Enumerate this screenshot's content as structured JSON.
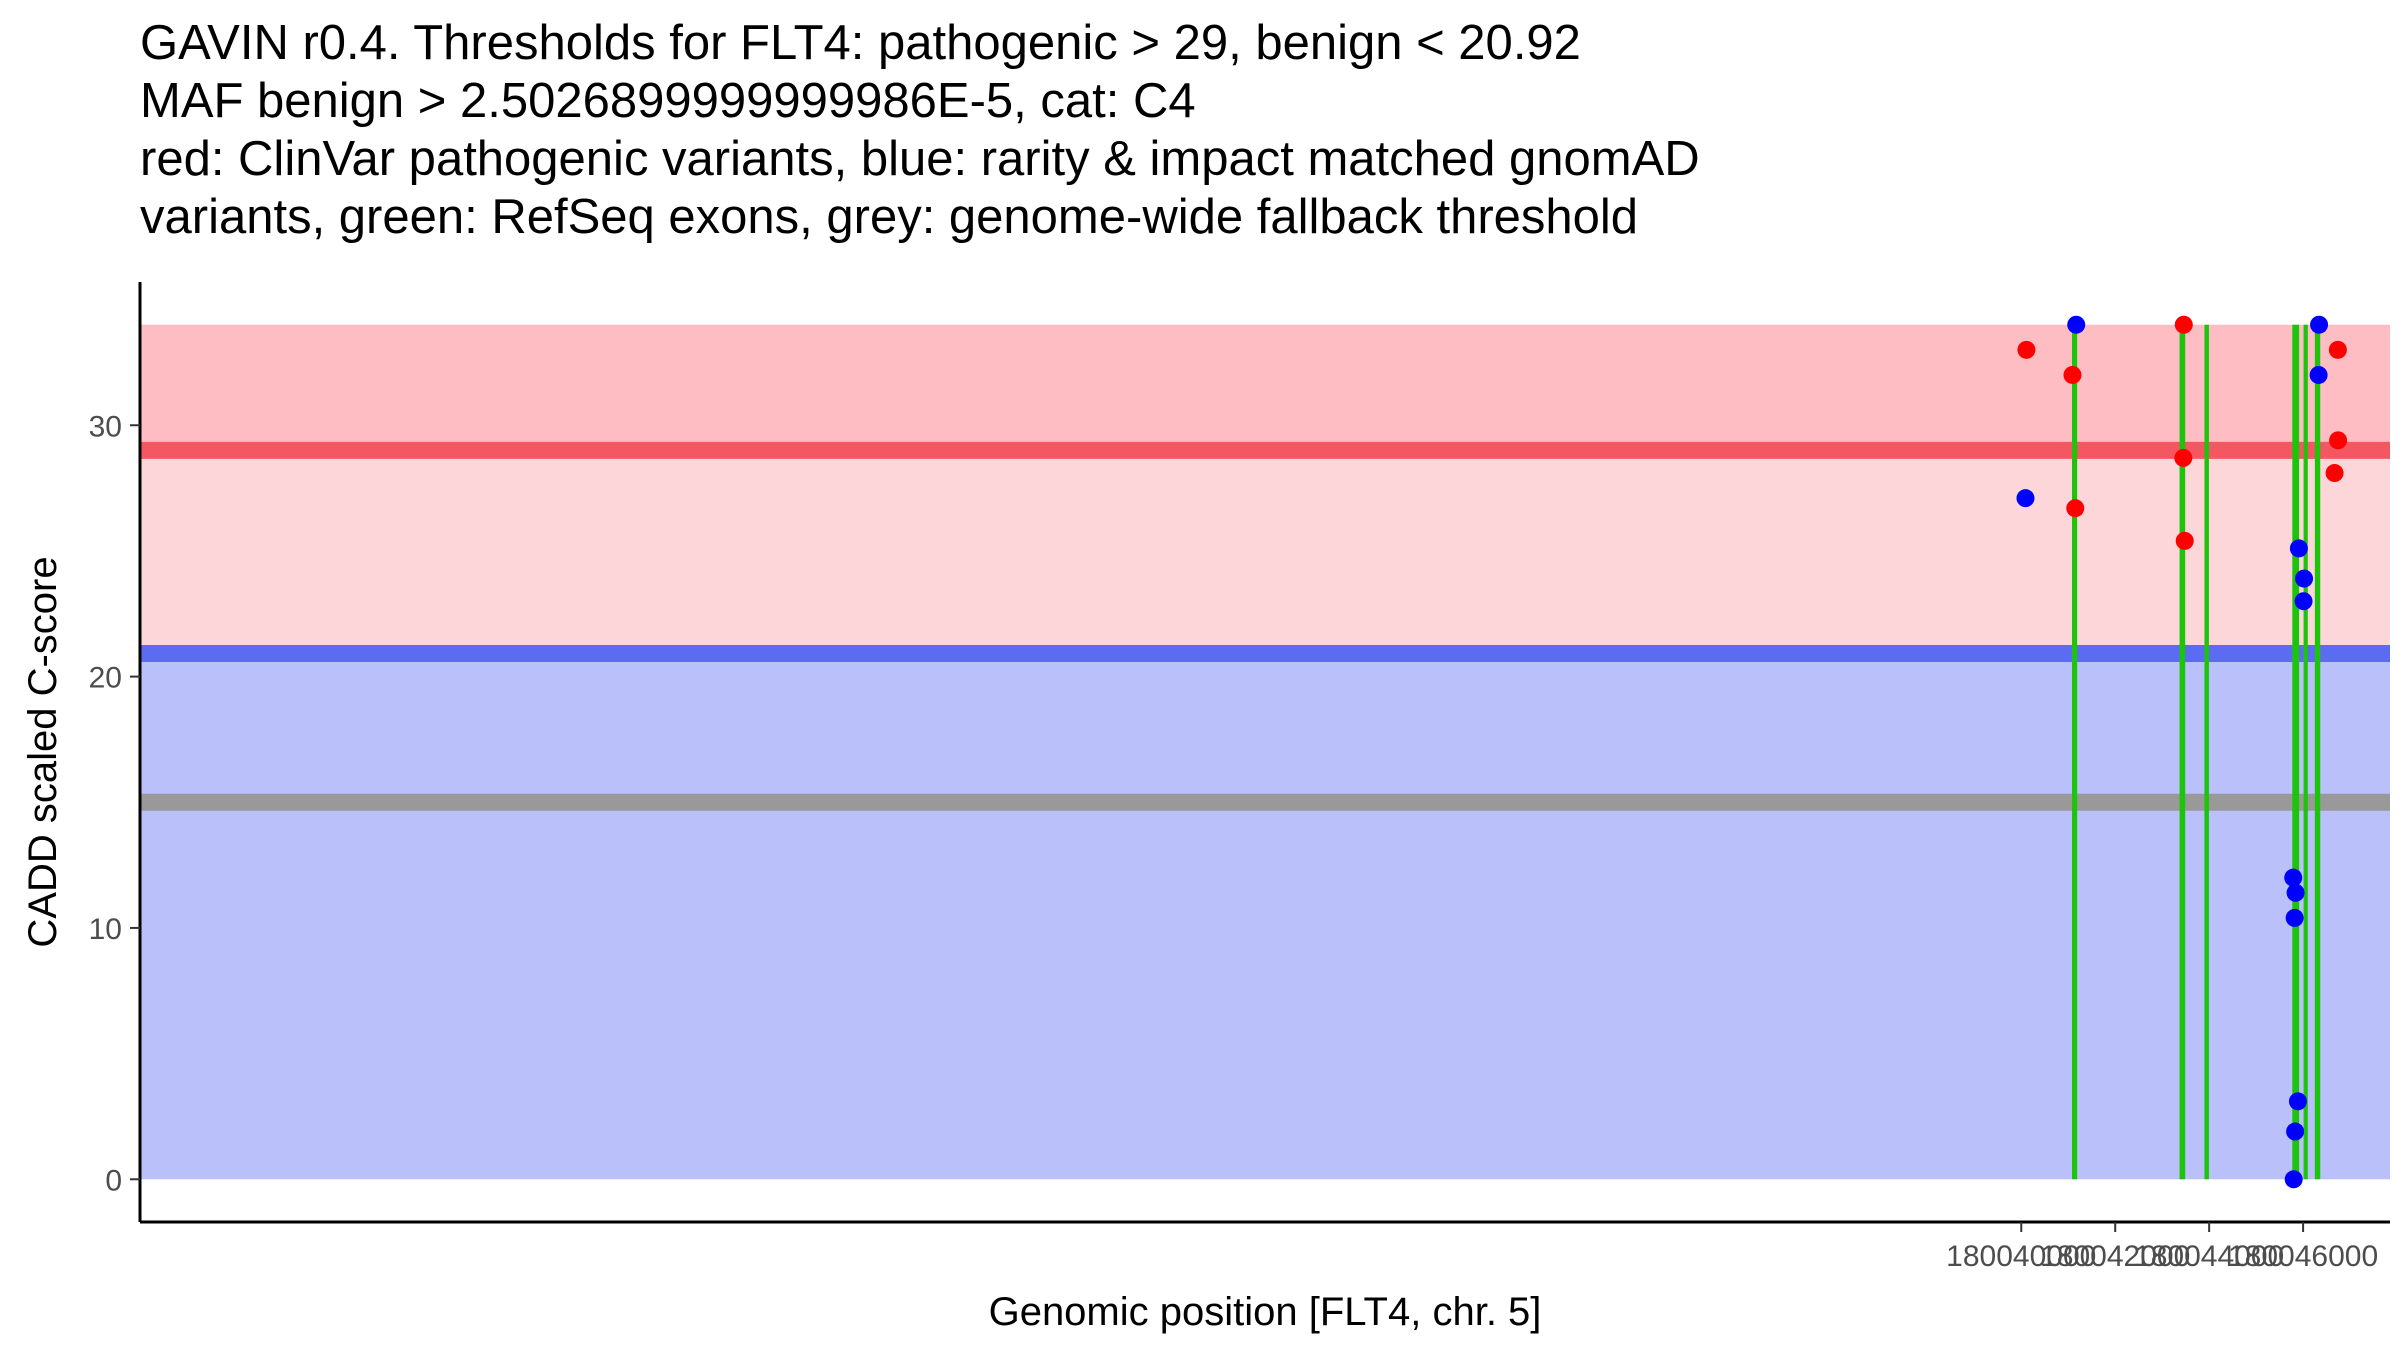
{
  "title_lines": [
    "GAVIN r0.4. Thresholds for FLT4: pathogenic > 29, benign < 20.92",
    "MAF benign > 2.5026899999999986E-5, cat: C4",
    "red: ClinVar pathogenic variants, blue: rarity & impact matched gnomAD",
    "variants, green: RefSeq exons, grey: genome-wide fallback threshold"
  ],
  "chart_data": {
    "type": "scatter",
    "xlabel": "Genomic position [FLT4, chr. 5]",
    "ylabel": "CADD scaled C-score",
    "xlim": [
      179999950,
      180047850
    ],
    "ylim": [
      -1.7,
      35.7
    ],
    "x_ticks": [
      180040000,
      180042000,
      180044000,
      180046000
    ],
    "x_tick_labels": [
      "180040000",
      "180042000",
      "180044000",
      "180046000"
    ],
    "y_ticks": [
      0,
      10,
      20,
      30
    ],
    "y_tick_labels": [
      "0",
      "10",
      "20",
      "30"
    ],
    "colors": {
      "pathogenic_zone": "#fdbdc2",
      "intermediate_zone": "#fdd6da",
      "benign_zone": "#bac0fa",
      "pathogenic_line": "#f45762",
      "benign_line": "#5b6cf2",
      "fallback_line": "#999999",
      "exon": "#1dc40b",
      "clinvar_point": "#ff0000",
      "gnomad_point": "#0000ff"
    },
    "zones": [
      {
        "name": "benign",
        "y0": 0,
        "y1": 20.92
      },
      {
        "name": "intermediate",
        "y0": 20.92,
        "y1": 29
      },
      {
        "name": "pathogenic",
        "y0": 29,
        "y1": 34
      }
    ],
    "threshold_lines": [
      {
        "name": "pathogenic",
        "y": 29
      },
      {
        "name": "benign",
        "y": 20.92
      },
      {
        "name": "fallback",
        "y": 15
      }
    ],
    "exons": [
      {
        "start": 180041080,
        "end": 180041190,
        "ymax": 34
      },
      {
        "start": 180043370,
        "end": 180043490,
        "ymax": 34
      },
      {
        "start": 180043900,
        "end": 180043995,
        "ymax": 34
      },
      {
        "start": 180045770,
        "end": 180045915,
        "ymax": 34
      },
      {
        "start": 180046010,
        "end": 180046100,
        "ymax": 34
      },
      {
        "start": 180046250,
        "end": 180046365,
        "ymax": 34
      }
    ],
    "series": [
      {
        "name": "ClinVar pathogenic",
        "color": "#ff0000",
        "points": [
          [
            180040110,
            33
          ],
          [
            180041090,
            32
          ],
          [
            180041150,
            26.7
          ],
          [
            180043460,
            34
          ],
          [
            180043450,
            28.7
          ],
          [
            180043480,
            25.4
          ],
          [
            180046670,
            28.1
          ],
          [
            180046740,
            33
          ],
          [
            180046745,
            29.4
          ]
        ]
      },
      {
        "name": "gnomAD",
        "color": "#0000ff",
        "points": [
          [
            180040090,
            27.1
          ],
          [
            180041170,
            34
          ],
          [
            180046340,
            34
          ],
          [
            180046330,
            32
          ],
          [
            180045910,
            25.1
          ],
          [
            180046020,
            23.9
          ],
          [
            180046010,
            23.0
          ],
          [
            180045790,
            12.0
          ],
          [
            180045840,
            11.4
          ],
          [
            180045820,
            10.4
          ],
          [
            180045890,
            3.1
          ],
          [
            180045830,
            1.9
          ],
          [
            180045800,
            0
          ]
        ]
      }
    ]
  }
}
